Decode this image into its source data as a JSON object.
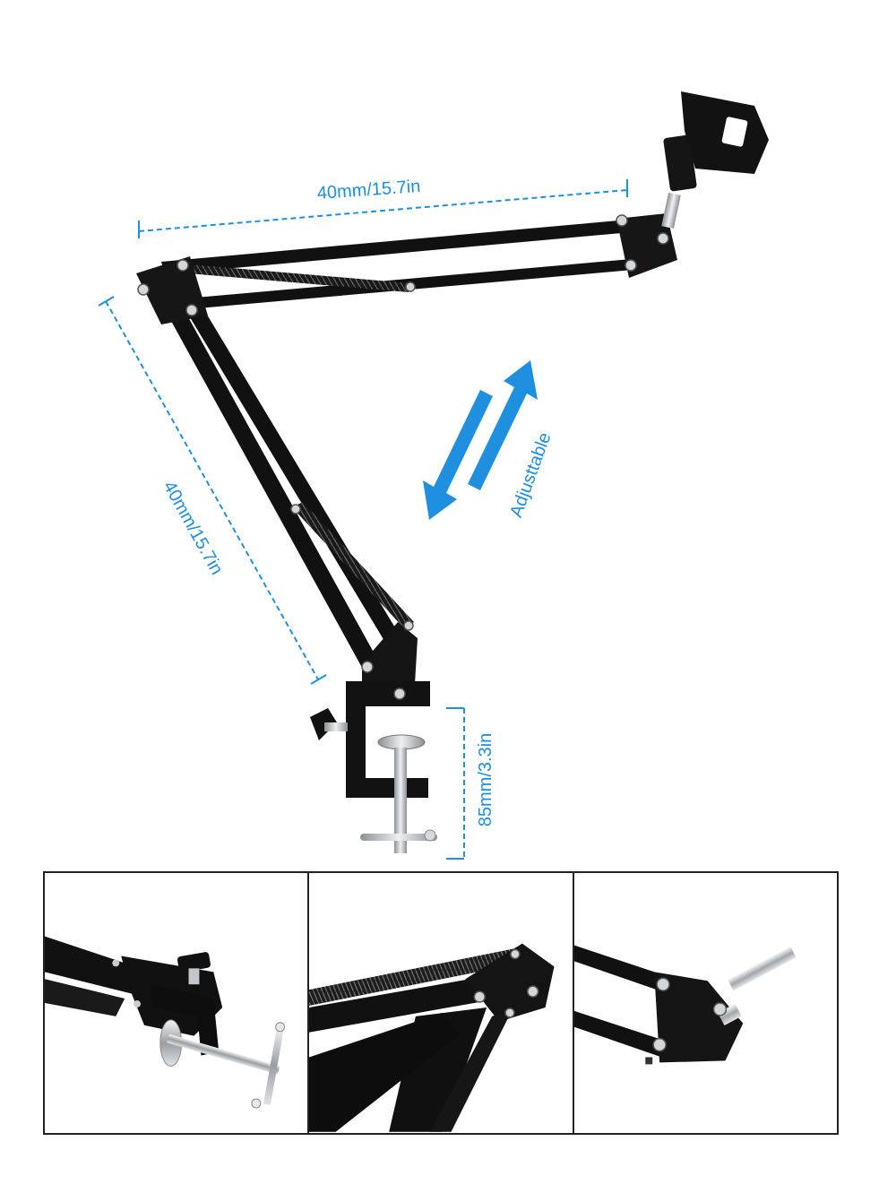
{
  "annotations": {
    "top_length": "40mm/15.7in",
    "lower_length": "40mm/15.7in",
    "clamp_height": "85mm/3.3in",
    "adjustable": "Adjusttable"
  },
  "colors": {
    "accent": "#1f8fe0",
    "arm": "#111111",
    "metal": "#bfc3c7",
    "frame": "#222222"
  }
}
